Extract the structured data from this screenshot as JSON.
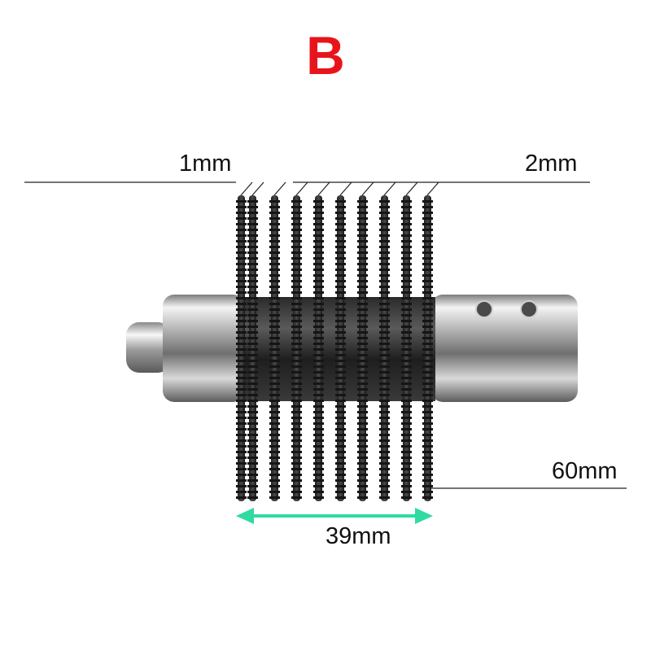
{
  "variant_label": "B",
  "accent_color": "#e8141c",
  "arrow_color": "#2fdba0",
  "labels": {
    "blade_thickness": "1mm",
    "blade_spacing": "2mm",
    "blade_diameter": "60mm",
    "blade_stack_width": "39mm"
  }
}
